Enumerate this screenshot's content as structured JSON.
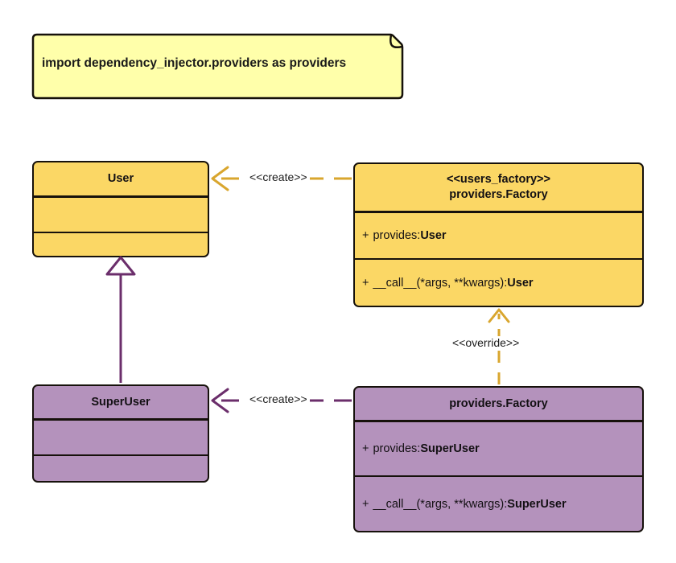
{
  "diagram": {
    "kind": "uml-class-diagram",
    "background": "#ffffff",
    "palette": {
      "gold_fill": "#FBD765",
      "purple_fill": "#B492BC",
      "note_fill": "#FFFFAA",
      "gold_edge": "#D9A62E",
      "purple_edge": "#6B2E6B",
      "outline": "#16110B"
    }
  },
  "note": {
    "text": "import dependency_injector.providers as providers"
  },
  "classes": {
    "user": {
      "name": "User",
      "stereotype": "",
      "attributes": [],
      "methods": [],
      "fill": "#FBD765"
    },
    "users_factory": {
      "stereotype": "<<users_factory>>",
      "name": "providers.Factory",
      "attributes": [
        {
          "visibility": "+",
          "label": "provides: ",
          "type": "User"
        }
      ],
      "methods": [
        {
          "visibility": "+",
          "label": "__call__(*args, **kwargs): ",
          "type": "User"
        }
      ],
      "fill": "#FBD765"
    },
    "super_user": {
      "name": "SuperUser",
      "stereotype": "",
      "attributes": [],
      "methods": [],
      "fill": "#B492BC"
    },
    "super_user_factory": {
      "stereotype": "",
      "name": "providers.Factory",
      "attributes": [
        {
          "visibility": "+",
          "label": "provides: ",
          "type": "SuperUser"
        }
      ],
      "methods": [
        {
          "visibility": "+",
          "label": "__call__(*args, **kwargs): ",
          "type": "SuperUser"
        }
      ],
      "fill": "#B492BC"
    }
  },
  "relations": {
    "create_user": {
      "label": "<<create>>",
      "style": "dashed",
      "color": "#D9A62E"
    },
    "create_super_user": {
      "label": "<<create>>",
      "style": "dashed",
      "color": "#6B2E6B"
    },
    "override": {
      "label": "<<override>>",
      "style": "dashed",
      "color": "#D9A62E"
    },
    "generalization": {
      "label": "",
      "style": "solid",
      "color": "#6B2E6B"
    }
  }
}
